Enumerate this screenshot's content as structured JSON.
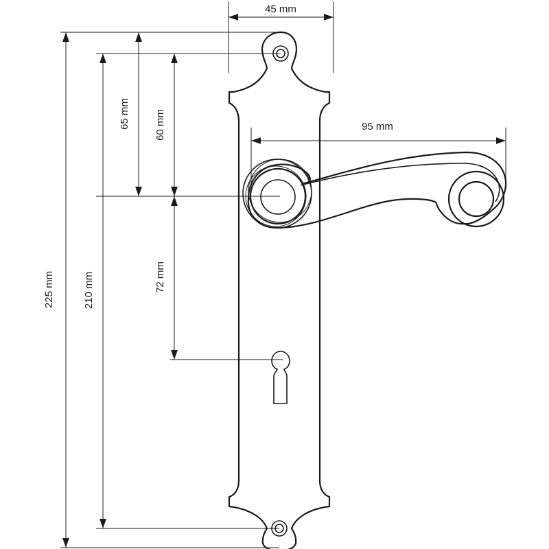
{
  "dimensions": {
    "width_top": "45 mm",
    "lever_length": "95 mm",
    "hole_to_spindle_outer": "65 mm",
    "hole_to_spindle_inner": "60 mm",
    "spindle_to_keyhole": "72 mm",
    "hole_spacing": "210 mm",
    "total_height": "225 mm"
  },
  "colors": {
    "ink": "#1a1a1a",
    "background": "#ffffff"
  }
}
